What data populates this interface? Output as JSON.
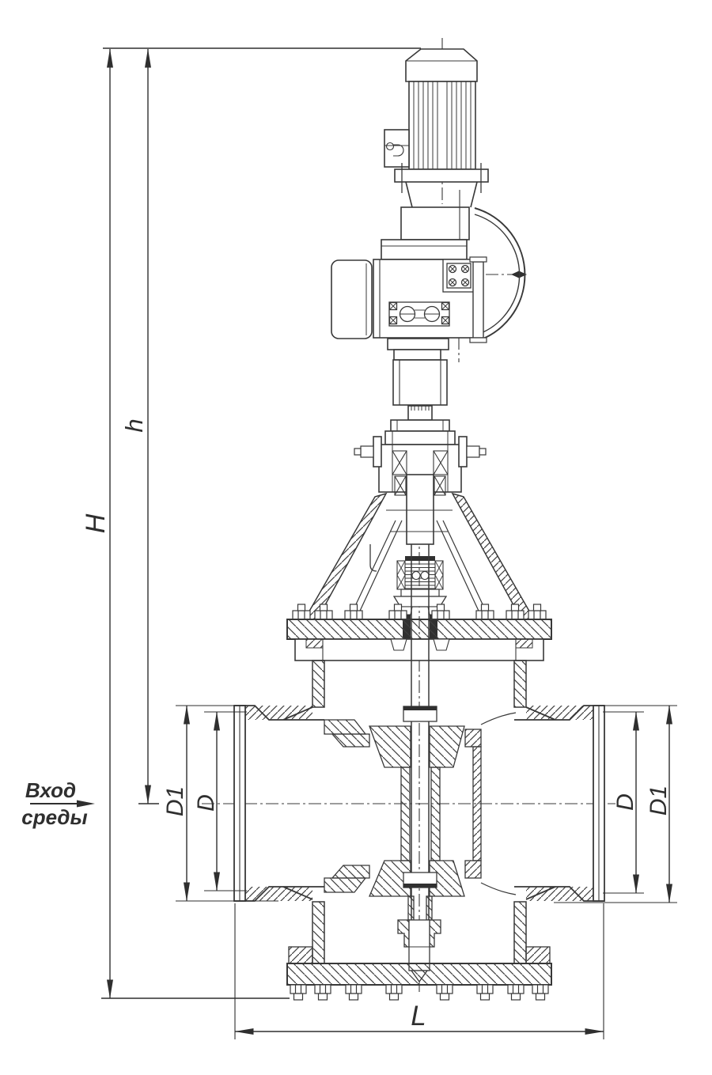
{
  "drawing": {
    "kind": "valve-with-electric-actuator-sectional-drawing",
    "background_color": "#ffffff",
    "line_color": "#383838",
    "dark_fill_color": "#303030"
  },
  "dimensions": {
    "overall_height": "H",
    "height_to_axis": "h",
    "bore_diameter": "D",
    "outer_diameter": "D1",
    "face_to_face_length": "L"
  },
  "inlet_note": {
    "line1": "Вход",
    "line2": "среды"
  }
}
